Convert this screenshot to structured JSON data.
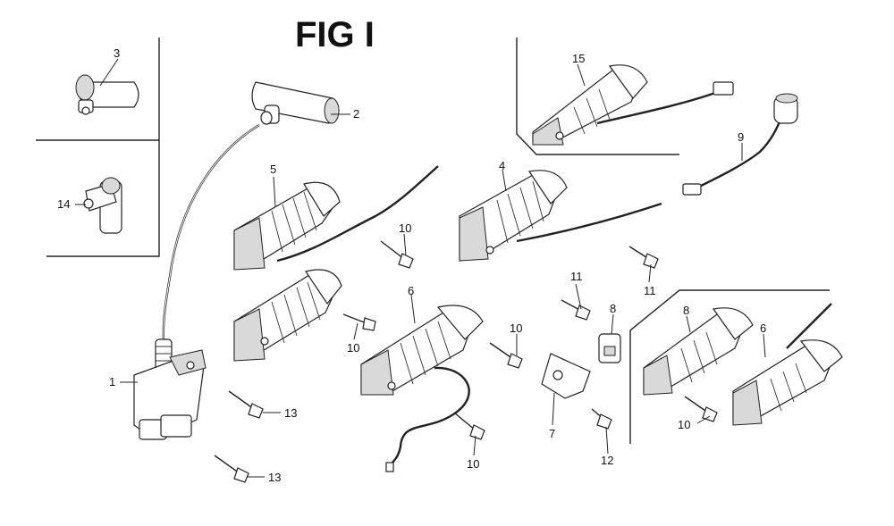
{
  "title": "FIG I",
  "callouts": {
    "c1": "1",
    "c2": "2",
    "c3": "3",
    "c4": "4",
    "c5": "5",
    "c6a": "6",
    "c6b": "6",
    "c7": "7",
    "c8a": "8",
    "c8b": "8",
    "c9": "9",
    "c10a": "10",
    "c10b": "10",
    "c10c": "10",
    "c10d": "10",
    "c10e": "10",
    "c11a": "11",
    "c11b": "11",
    "c12": "12",
    "c13a": "13",
    "c13b": "13",
    "c14": "14",
    "c15": "15"
  }
}
